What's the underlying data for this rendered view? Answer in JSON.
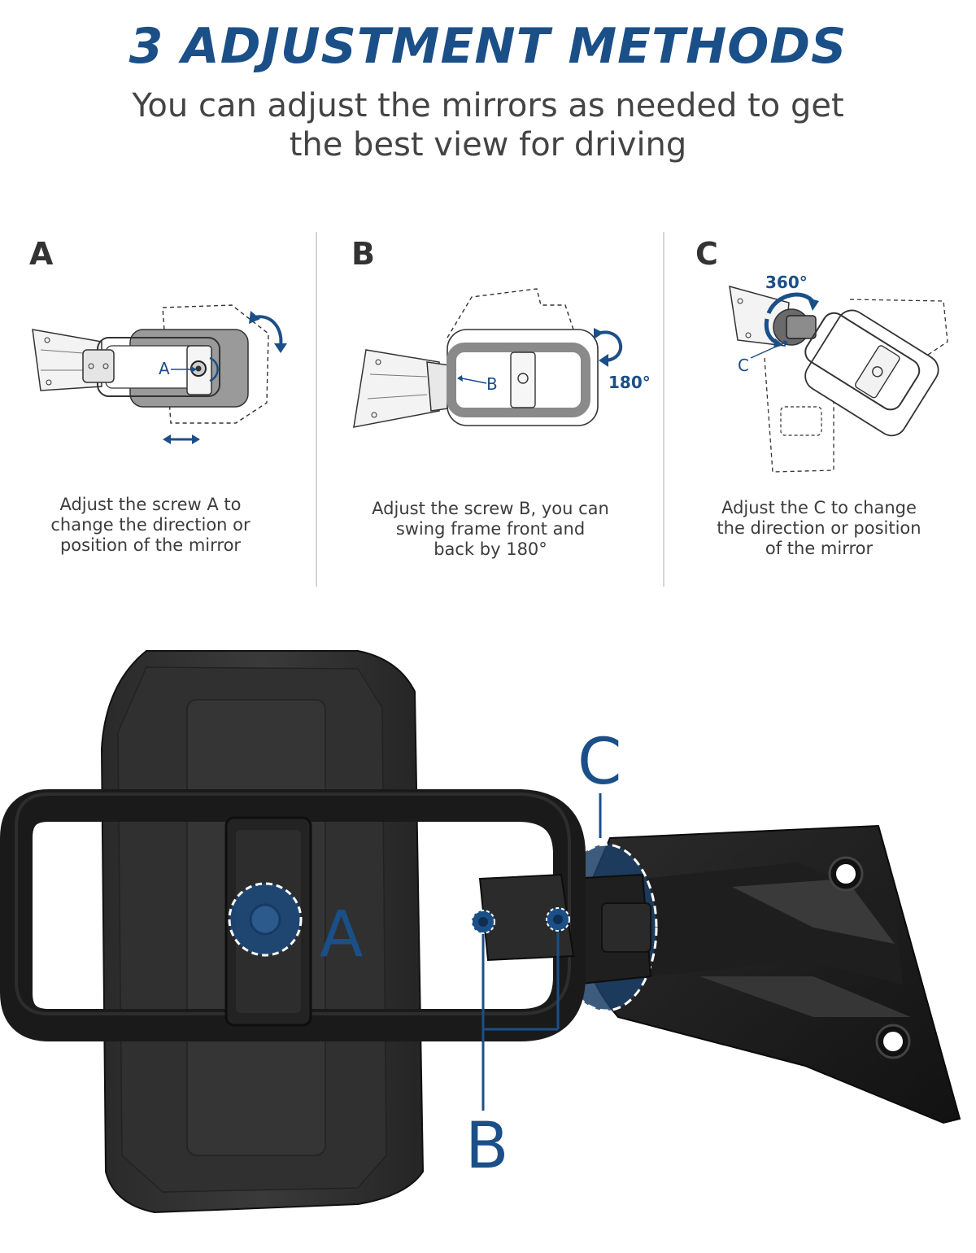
{
  "header": {
    "title": "3 ADJUSTMENT METHODS",
    "subtitle_line1": "You can adjust the mirrors as needed to get",
    "subtitle_line2": "the best view for driving"
  },
  "panels": [
    {
      "letter": "A",
      "callout": "A",
      "caption_lines": [
        "Adjust the screw A to",
        "change the direction or",
        "position of the mirror"
      ]
    },
    {
      "letter": "B",
      "callout": "B",
      "rotation": "180°",
      "caption_lines": [
        "Adjust the screw B, you can",
        "swing frame front and",
        "back by  180°"
      ]
    },
    {
      "letter": "C",
      "callout": "C",
      "rotation": "360°",
      "caption_lines": [
        "Adjust the C to change",
        "the direction or position",
        "of the mirror"
      ]
    }
  ],
  "photo": {
    "label_a": "A",
    "label_b": "B",
    "label_c": "C"
  },
  "colors": {
    "accent": "#1b4f88",
    "text": "#333333",
    "product": "#1c1c1c"
  }
}
